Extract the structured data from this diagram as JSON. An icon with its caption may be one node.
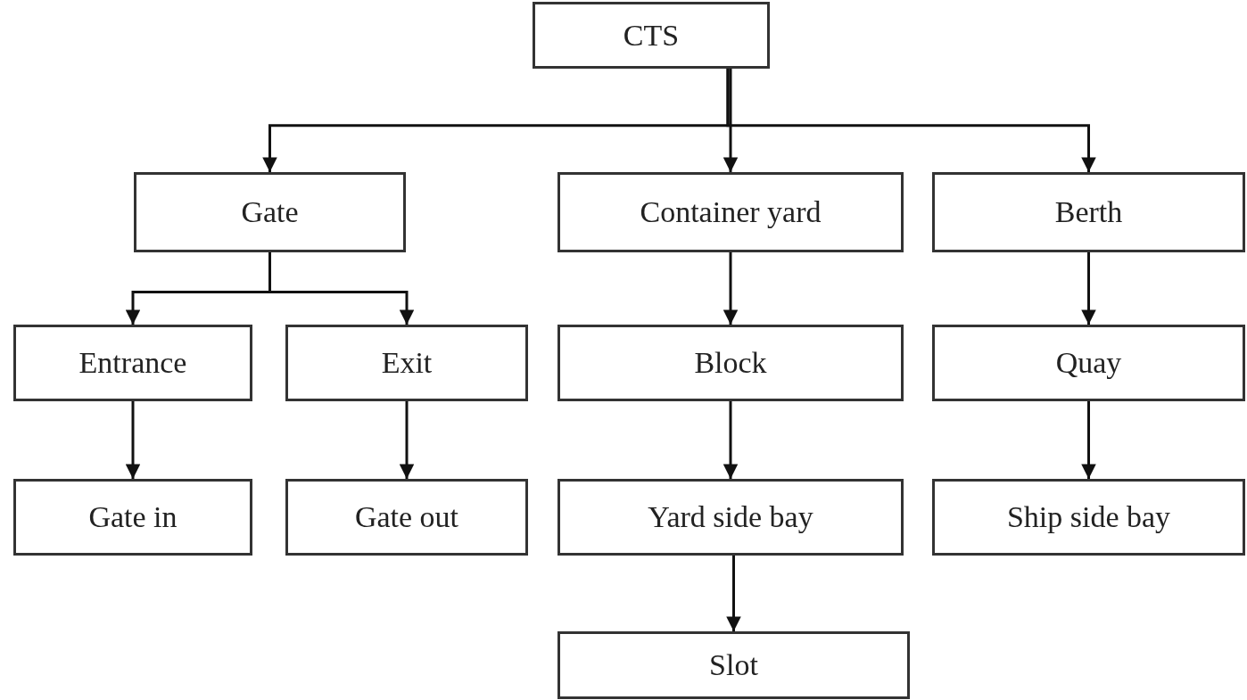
{
  "diagram": {
    "nodes": [
      {
        "text": [
          "CTS"
        ]
      },
      {
        "text": [
          "Gate"
        ]
      },
      {
        "text": [
          "Container yard"
        ]
      },
      {
        "text": [
          "Berth"
        ]
      },
      {
        "text": [
          "Entrance"
        ]
      },
      {
        "text": [
          "Exit"
        ]
      },
      {
        "text": [
          "Block"
        ]
      },
      {
        "text": [
          "Quay"
        ]
      },
      {
        "text": [
          "Gate in"
        ]
      },
      {
        "text": [
          "Gate out"
        ]
      },
      {
        "text": [
          "Yard side bay"
        ]
      },
      {
        "text": [
          "Ship side bay"
        ]
      },
      {
        "text": [
          "Slot"
        ]
      }
    ],
    "edges": [
      {
        "from": 0,
        "to": 1,
        "arrow": "to"
      },
      {
        "from": 0,
        "to": 2,
        "arrow": "to"
      },
      {
        "from": 0,
        "to": 3,
        "arrow": "to"
      },
      {
        "from": 1,
        "to": 4,
        "arrow": "to"
      },
      {
        "from": 1,
        "to": 5,
        "arrow": "to"
      },
      {
        "from": 2,
        "to": 6,
        "arrow": "to"
      },
      {
        "from": 3,
        "to": 7,
        "arrow": "to"
      },
      {
        "from": 4,
        "to": 8,
        "arrow": "to"
      },
      {
        "from": 5,
        "to": 9,
        "arrow": "to"
      },
      {
        "from": 6,
        "to": 10,
        "arrow": "to"
      },
      {
        "from": 7,
        "to": 11,
        "arrow": "to"
      },
      {
        "from": 10,
        "to": 12,
        "arrow": "to"
      }
    ]
  }
}
